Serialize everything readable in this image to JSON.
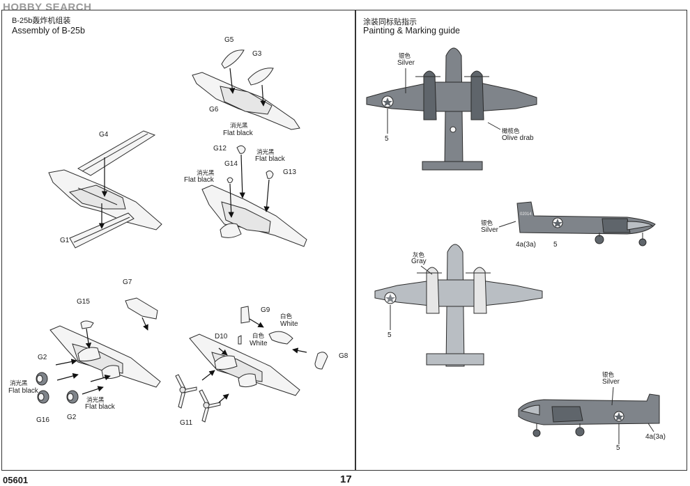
{
  "watermark": "HOBBY SEARCH",
  "assembly": {
    "title_cn": "B-25b轰炸机组装",
    "title_en": "Assembly of B-25b",
    "parts": {
      "g5": "G5",
      "g3": "G3",
      "g6": "G6",
      "g4": "G4",
      "g1": "G1",
      "g12": "G12",
      "g14": "G14",
      "g13": "G13",
      "g7": "G7",
      "g15": "G15",
      "g2a": "G2",
      "g2b": "G2",
      "g16": "G16",
      "g9": "G9",
      "d10": "D10",
      "g8": "G8",
      "g11": "G11"
    },
    "colors": {
      "flat_black_cn": "消光黑",
      "flat_black_en": "Flat black",
      "white_cn": "白色",
      "white_en": "White"
    }
  },
  "painting": {
    "title_cn": "涂装同标贴指示",
    "title_en": "Painting & Marking guide",
    "silver_cn": "银色",
    "silver_en": "Silver",
    "olive_cn": "橄榄色",
    "olive_en": "Olive drab",
    "gray_cn": "灰色",
    "gray_en": "Gray",
    "decal_5": "5",
    "decal_4a": "4a(3a)",
    "serial": "02014"
  },
  "footer": {
    "code": "05601",
    "page": "17"
  }
}
